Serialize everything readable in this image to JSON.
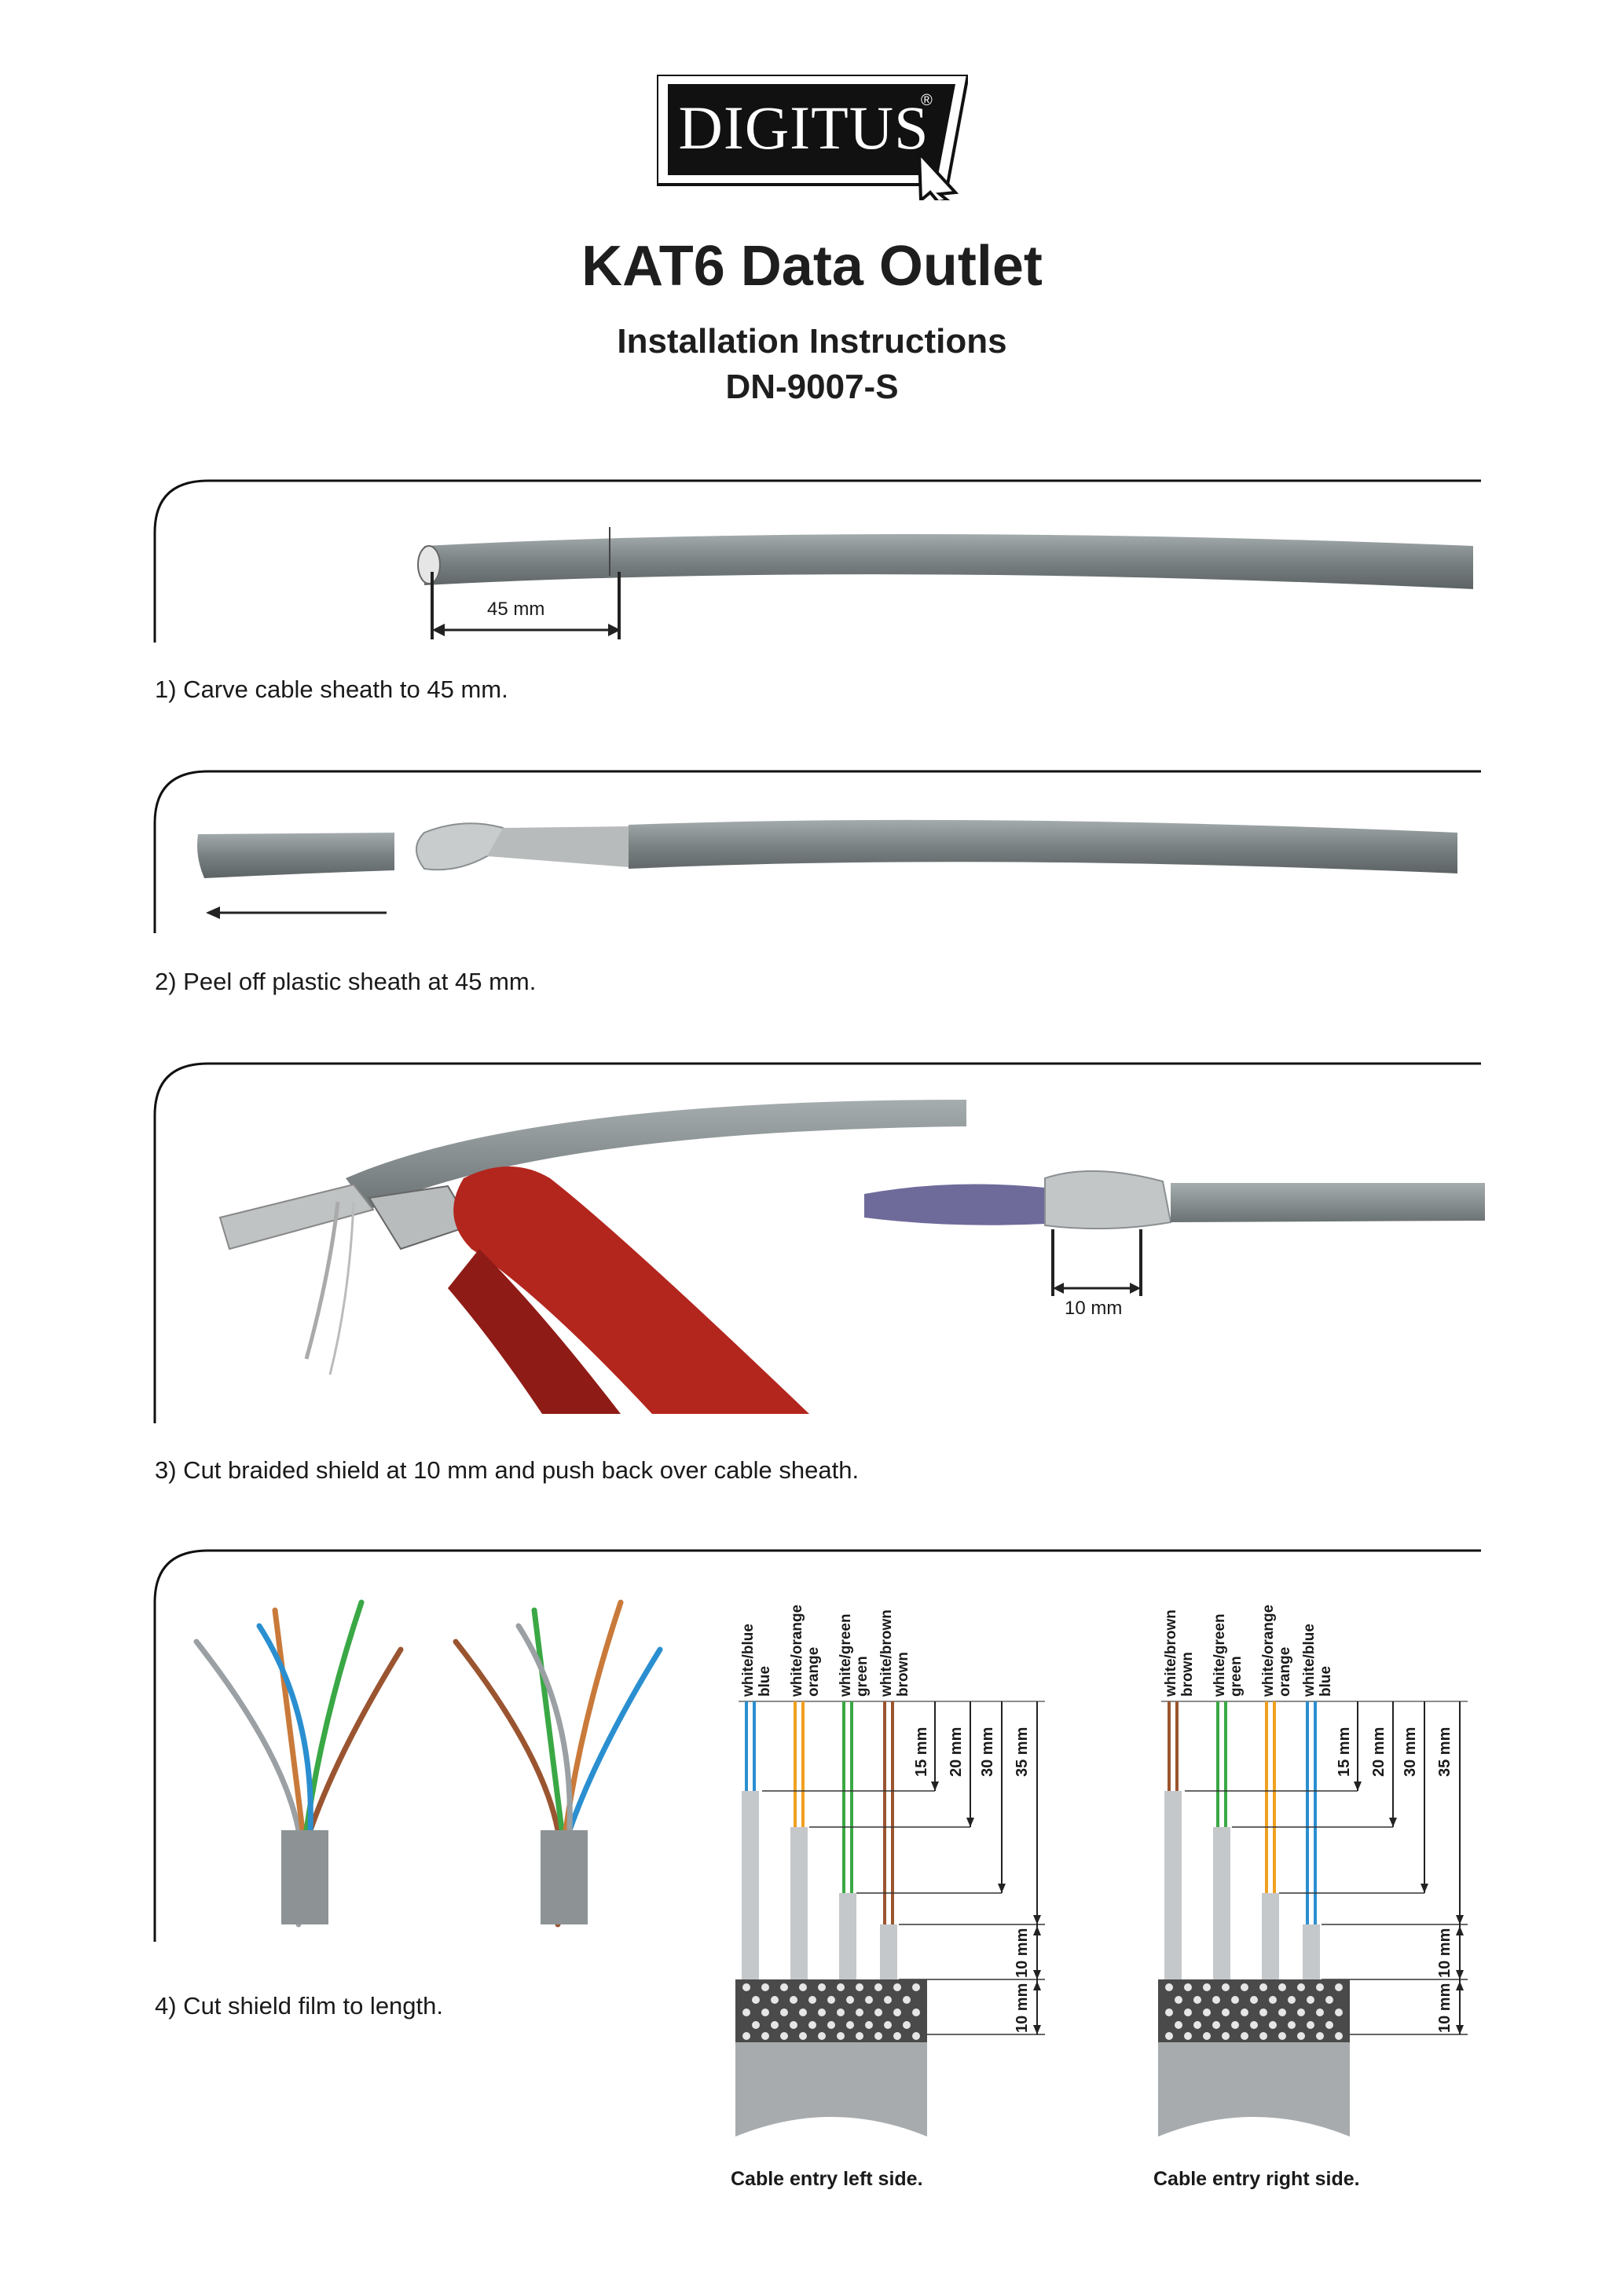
{
  "brand": {
    "name": "DIGITUS",
    "registered": "®"
  },
  "title": "KAT6 Data Outlet",
  "subtitle": "Installation Instructions",
  "model": "DN-9007-S",
  "steps": [
    {
      "text": "1) Carve cable sheath to 45 mm.",
      "dimension": "45 mm"
    },
    {
      "text": "2) Peel off plastic sheath at 45 mm."
    },
    {
      "text": "3) Cut braided shield at 10 mm and push back over cable sheath.",
      "dimension": "10 mm"
    },
    {
      "text": "4) Cut shield film to length."
    }
  ],
  "diagram_left": {
    "caption": "Cable entry left side.",
    "pairs": [
      {
        "label1": "white/blue",
        "label2": "blue"
      },
      {
        "label1": "white/orange",
        "label2": "orange"
      },
      {
        "label1": "white/green",
        "label2": "green"
      },
      {
        "label1": "white/brown",
        "label2": "brown"
      }
    ],
    "measures": [
      "15 mm",
      "20 mm",
      "30 mm",
      "35 mm"
    ],
    "lower": [
      "10 mm",
      "10 mm"
    ]
  },
  "diagram_right": {
    "caption": "Cable entry right side.",
    "pairs": [
      {
        "label1": "white/brown",
        "label2": "brown"
      },
      {
        "label1": "white/green",
        "label2": "green"
      },
      {
        "label1": "white/orange",
        "label2": "orange"
      },
      {
        "label1": "white/blue",
        "label2": "blue"
      }
    ],
    "measures": [
      "15 mm",
      "20 mm",
      "30 mm",
      "35 mm"
    ],
    "lower": [
      "10 mm",
      "10 mm"
    ]
  },
  "colors": {
    "blue": "#2a8fd0",
    "orange": "#f0a020",
    "green": "#3aa845",
    "brown": "#9a5530",
    "cable": "#7d8587",
    "pliers": "#b3261e"
  }
}
